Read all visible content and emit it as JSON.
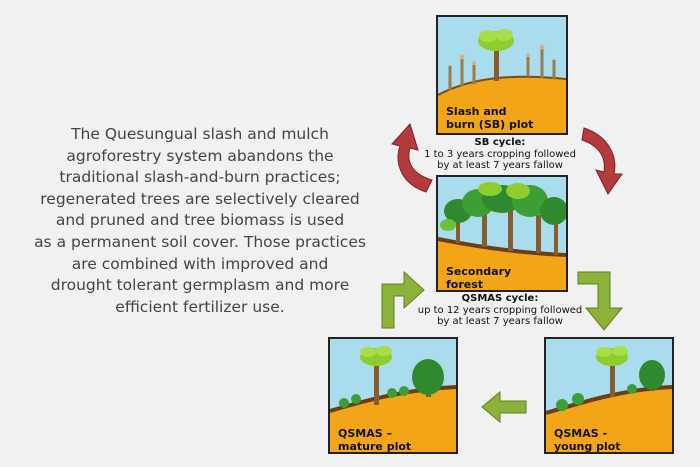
{
  "description_lines": [
    "The Quesungual slash and mulch",
    "agroforestry system abandons the",
    "traditional slash-and-burn practices;",
    "regenerated trees are selectively cleared",
    "and pruned and tree biomass is used",
    "as a permanent soil cover. Those practices",
    "are combined with improved and",
    "drought tolerant germplasm and more",
    "efficient fertilizer use."
  ],
  "panels": {
    "sb_plot": {
      "label_lines": [
        "Slash and",
        "burn (SB) plot"
      ]
    },
    "secondary_forest": {
      "label_lines": [
        "Secondary",
        "forest"
      ]
    },
    "mature_plot": {
      "label_lines": [
        "QSMAS –",
        "mature plot"
      ]
    },
    "young_plot": {
      "label_lines": [
        "QSMAS -",
        "young plot"
      ]
    }
  },
  "sb_cycle": {
    "title": "SB cycle:",
    "lines": [
      "1 to 3 years cropping followed",
      "by at least 7 years fallow"
    ]
  },
  "qsmas_cycle": {
    "title": "QSMAS cycle:",
    "lines": [
      "up to 12 years cropping followed",
      "by at least 7 years fallow"
    ]
  },
  "colors": {
    "sky": "#a9dcec",
    "soil": "#f2a516",
    "red_arrow": "#b43a3c",
    "green_arrow": "#8db23c",
    "tree_dark": "#2f8a2f",
    "tree_light": "#8fcd2f"
  }
}
